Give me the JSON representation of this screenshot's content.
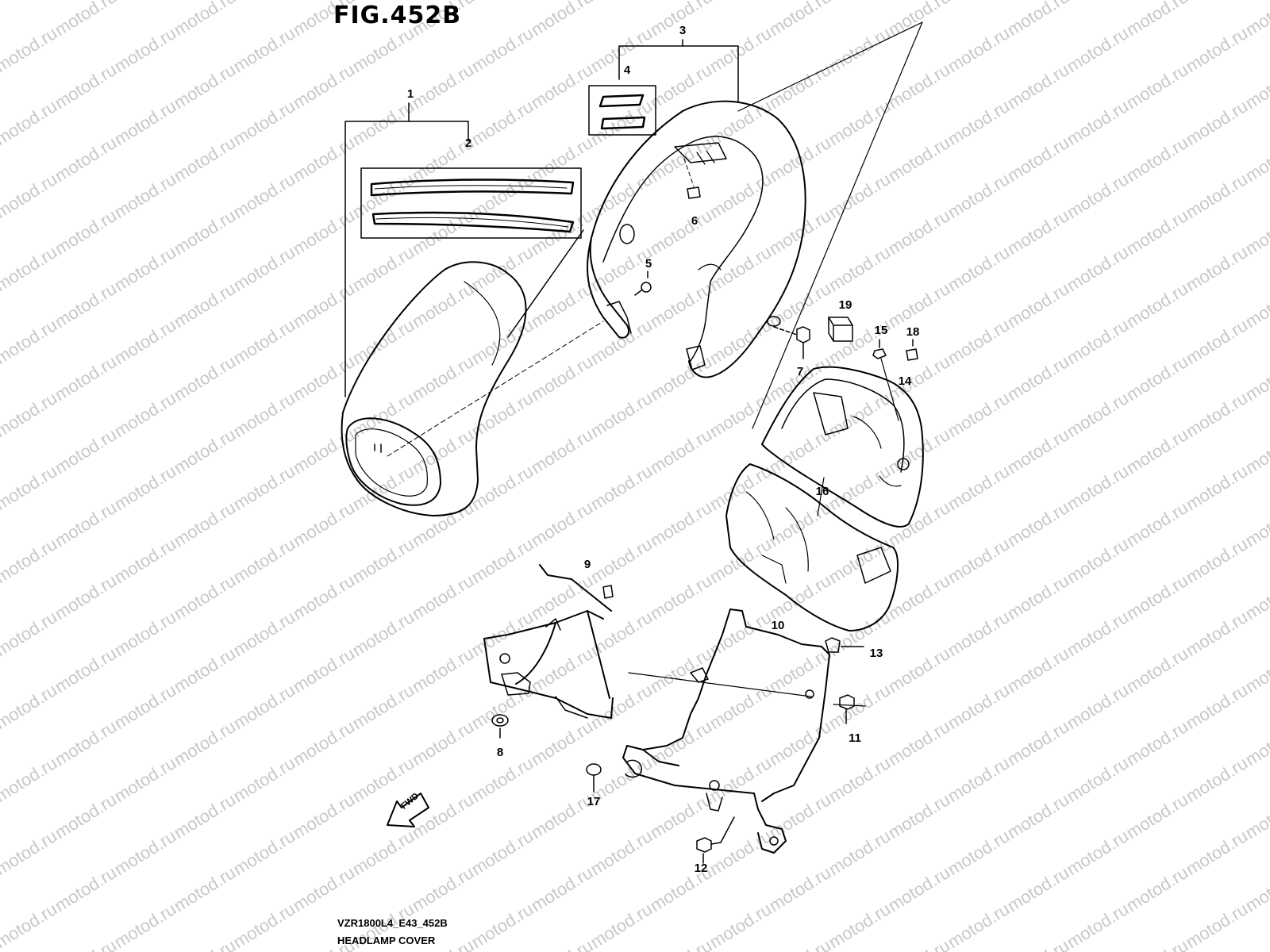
{
  "figure": {
    "title": "FIG.452B",
    "model_code": "VZR1800L4_E43_452B",
    "name": "HEADLAMP COVER",
    "fwd_label": "FWD",
    "watermark_text": "motod.ru"
  },
  "callouts": [
    {
      "id": "1",
      "label": "1"
    },
    {
      "id": "2",
      "label": "2"
    },
    {
      "id": "3",
      "label": "3"
    },
    {
      "id": "4",
      "label": "4"
    },
    {
      "id": "5",
      "label": "5"
    },
    {
      "id": "6",
      "label": "6"
    },
    {
      "id": "7",
      "label": "7"
    },
    {
      "id": "8",
      "label": "8"
    },
    {
      "id": "9",
      "label": "9"
    },
    {
      "id": "10",
      "label": "10"
    },
    {
      "id": "11",
      "label": "11"
    },
    {
      "id": "12",
      "label": "12"
    },
    {
      "id": "13",
      "label": "13"
    },
    {
      "id": "14",
      "label": "14"
    },
    {
      "id": "15",
      "label": "15"
    },
    {
      "id": "16",
      "label": "16"
    },
    {
      "id": "17",
      "label": "17"
    },
    {
      "id": "18",
      "label": "18"
    },
    {
      "id": "19",
      "label": "19"
    }
  ],
  "colors": {
    "line": "#000000",
    "background": "#ffffff",
    "watermark": "#c8c8c8"
  }
}
